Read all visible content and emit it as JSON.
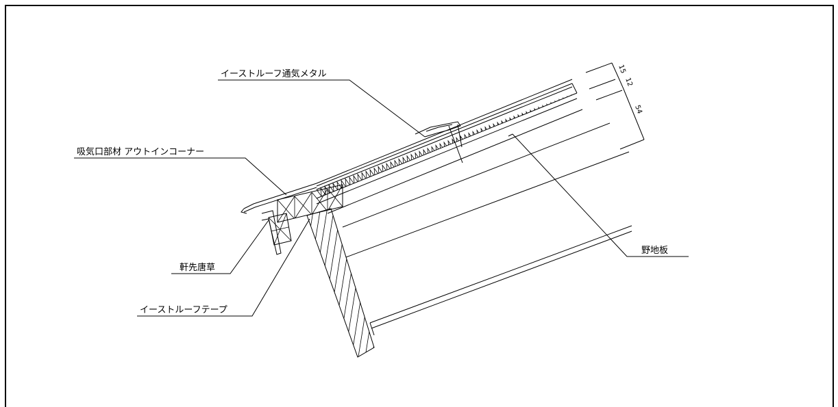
{
  "labels": {
    "vent_metal": "イーストルーフ通気メタル",
    "intake_part": "吸気口部材 アウトインコーナー",
    "eave_flashing": "軒先唐草",
    "roof_tape": "イーストルーフテープ",
    "sheathing": "野地板"
  },
  "dimensions": {
    "d1": "15",
    "d2": "12",
    "d3": "54"
  }
}
